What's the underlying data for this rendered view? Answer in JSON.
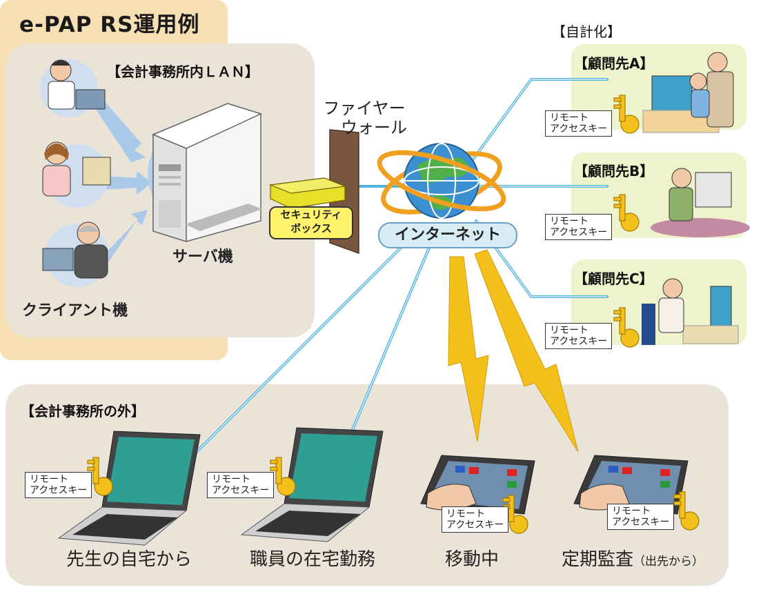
{
  "title": "e-PAP RS運用例",
  "lan": {
    "heading": "【会計事務所内ＬＡＮ】",
    "server_label": "サーバ機",
    "client_label": "クライアント機"
  },
  "firewall_label_line1": "ファイヤー",
  "firewall_label_line2": "ウォール",
  "security_box_line1": "セキュリティ",
  "security_box_line2": "ボックス",
  "internet_label": "インターネット",
  "jikei": {
    "heading": "【自計化】",
    "clients": [
      {
        "label": "【顧問先A】"
      },
      {
        "label": "【顧問先B】"
      },
      {
        "label": "【顧問先C】"
      }
    ]
  },
  "key_line1": "リモート",
  "key_line2": "アクセスキー",
  "outside": {
    "heading": "【会計事務所の外】",
    "items": [
      {
        "label": "先生の自宅から"
      },
      {
        "label": "職員の在宅勤務"
      },
      {
        "label": "移動中"
      },
      {
        "label": "定期監査",
        "sub": "（出先から）"
      }
    ]
  },
  "colors": {
    "line_blue": "#4fb3dc",
    "bolt_yellow": "#f4c01c",
    "panel_gray": "#e9e3d8",
    "panel_orange": "#f6dfb3",
    "client_green": "#eef3cc"
  }
}
